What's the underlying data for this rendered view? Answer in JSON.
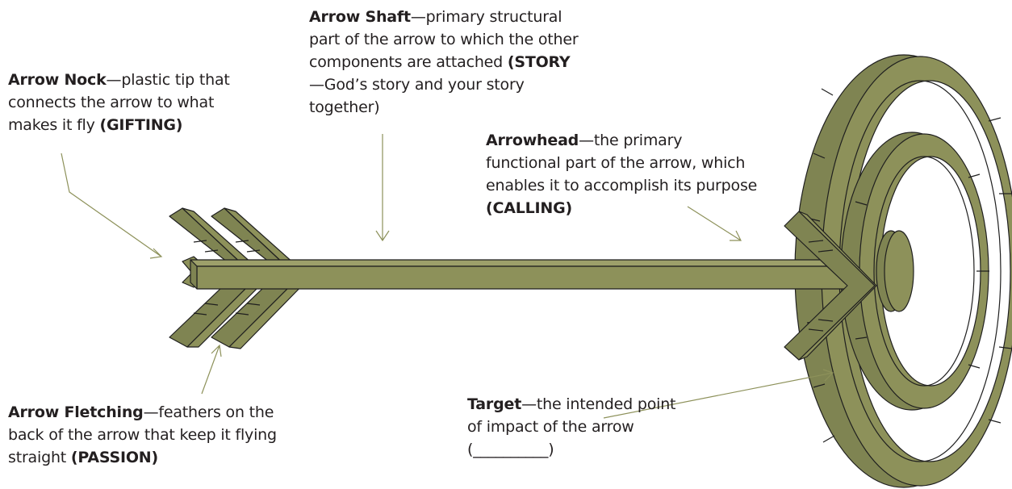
{
  "labels": {
    "nock": {
      "term": "Arrow Nock",
      "desc": "—plastic tip that connects the arrow to what makes it fly ",
      "tag": "(GIFTING)"
    },
    "shaft": {
      "term": "Arrow Shaft",
      "desc": "—primary structural part of the arrow to which the other components are attached ",
      "tag": "(STORY",
      "desc2": "—God’s story and your story together)"
    },
    "head": {
      "term": "Arrowhead",
      "desc": "—the primary functional part of the arrow, which enables it to accomplish its purpose ",
      "tag": "(CALLING)"
    },
    "fletching": {
      "term": "Arrow Fletching",
      "desc": "—feathers on the back of the arrow that keep it flying straight ",
      "tag": "(PASSION)"
    },
    "target": {
      "term": "Target",
      "desc": "—the intended point of impact of the arrow (__________)"
    }
  },
  "colors": {
    "fill": "#8d915a",
    "edge": "#1f1f1f",
    "leader": "#8d915a"
  }
}
